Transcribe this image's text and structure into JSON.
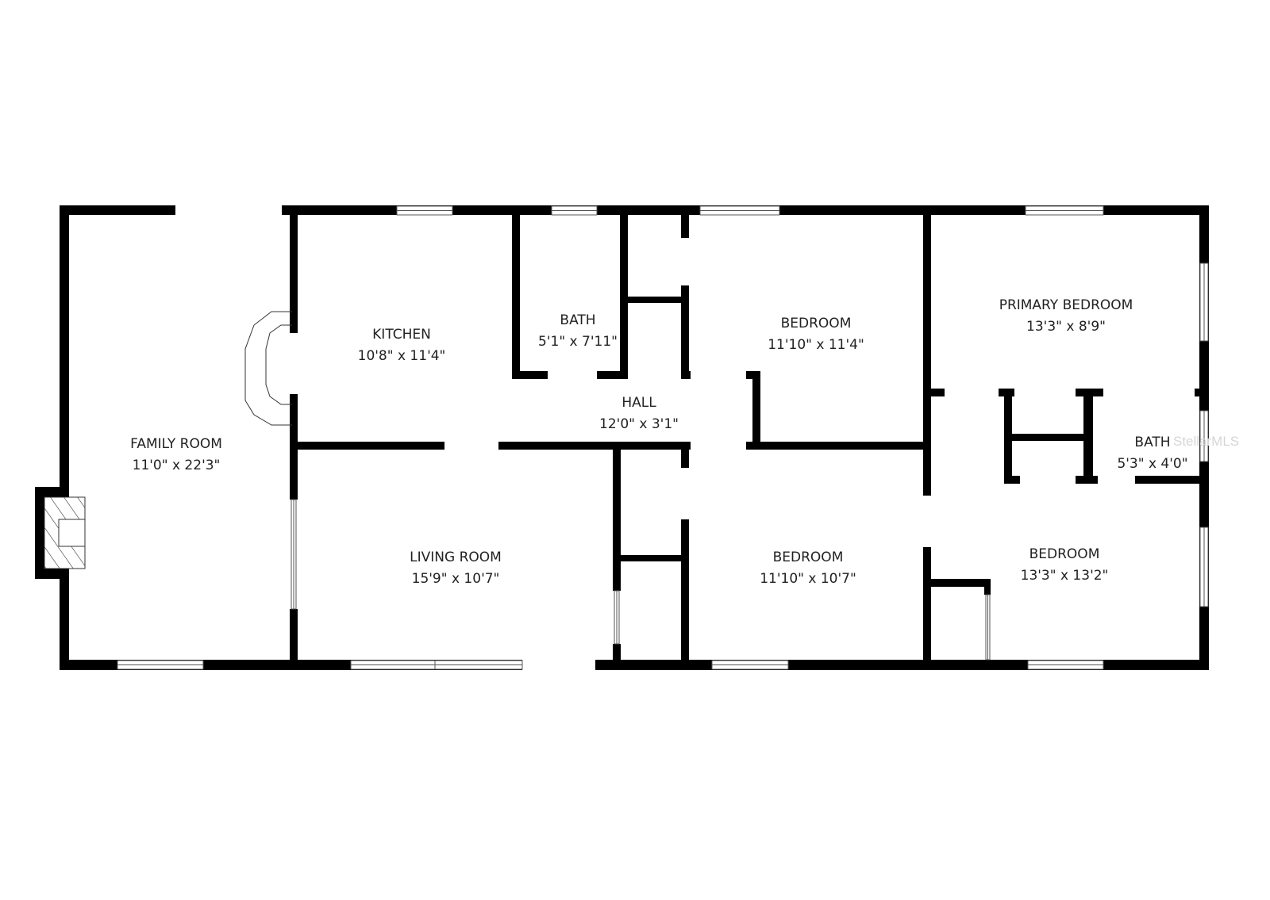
{
  "rooms": [
    {
      "name": "FAMILY ROOM",
      "size": "11'0\" x 22'3\""
    },
    {
      "name": "KITCHEN",
      "size": "10'8\" x 11'4\""
    },
    {
      "name": "BATH",
      "size": "5'1\" x 7'11\""
    },
    {
      "name": "HALL",
      "size": "12'0\" x 3'1\""
    },
    {
      "name": "BEDROOM",
      "size": "11'10\" x 11'4\""
    },
    {
      "name": "PRIMARY BEDROOM",
      "size": "13'3\" x 8'9\""
    },
    {
      "name": "BATH",
      "size": "5'3\" x 4'0\""
    },
    {
      "name": "LIVING ROOM",
      "size": "15'9\" x 10'7\""
    },
    {
      "name": "BEDROOM",
      "size": "11'10\" x 10'7\""
    },
    {
      "name": "BEDROOM",
      "size": "13'3\" x 13'2\""
    }
  ],
  "watermark": "StellarMLS",
  "colors": {
    "wall": "#000000",
    "background": "#ffffff",
    "window": "#ffffff"
  }
}
